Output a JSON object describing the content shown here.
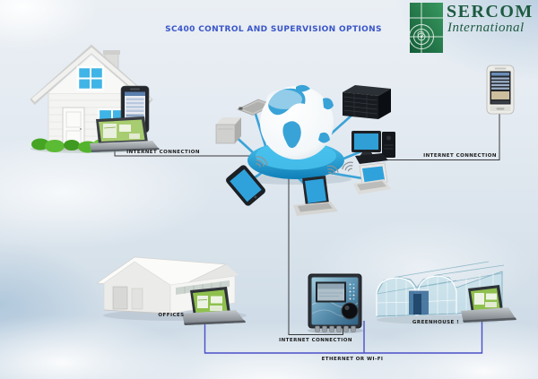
{
  "title": "SC400 CONTROL AND SUPERVISION OPTIONS",
  "logo": {
    "name": "SERCOM",
    "subtitle": "International"
  },
  "connections": {
    "house_internet": "INTERNET CONNECTION",
    "phone_internet": "INTERNET CONNECTION",
    "controller_internet": "INTERNET CONNECTION",
    "local_network": "ETHERNET OR WI-FI"
  },
  "sites": {
    "offices": "OFFICES",
    "greenhouse": "GREENHOUSE !"
  },
  "icons": [
    "house-icon",
    "home-smartphone-icon",
    "home-laptop-icon",
    "internet-globe-icon",
    "media-tray-icon",
    "storage-box-icon",
    "wireless-tablet-icon",
    "wireless-laptop-icon",
    "wireless-netbook-icon",
    "desktop-computer-icon",
    "server-rack-icon",
    "remote-smartphone-icon",
    "sc400-controller-icon",
    "offices-building-icon",
    "office-laptop-icon",
    "greenhouse-icon",
    "greenhouse-laptop-icon",
    "sercom-logo-icon"
  ],
  "colors": {
    "title_blue": "#3a55c8",
    "line_black": "#3a3a3a",
    "network_blue": "#4a4fc8",
    "spoke_blue": "#3aa3d6",
    "globe_base_blue": "#1e9cd4",
    "screen_blue": "#2fa2dc",
    "screen_green": "#8fc04e",
    "logo_green": "#1f7a4c",
    "logo_text_green": "#1d5a40"
  }
}
